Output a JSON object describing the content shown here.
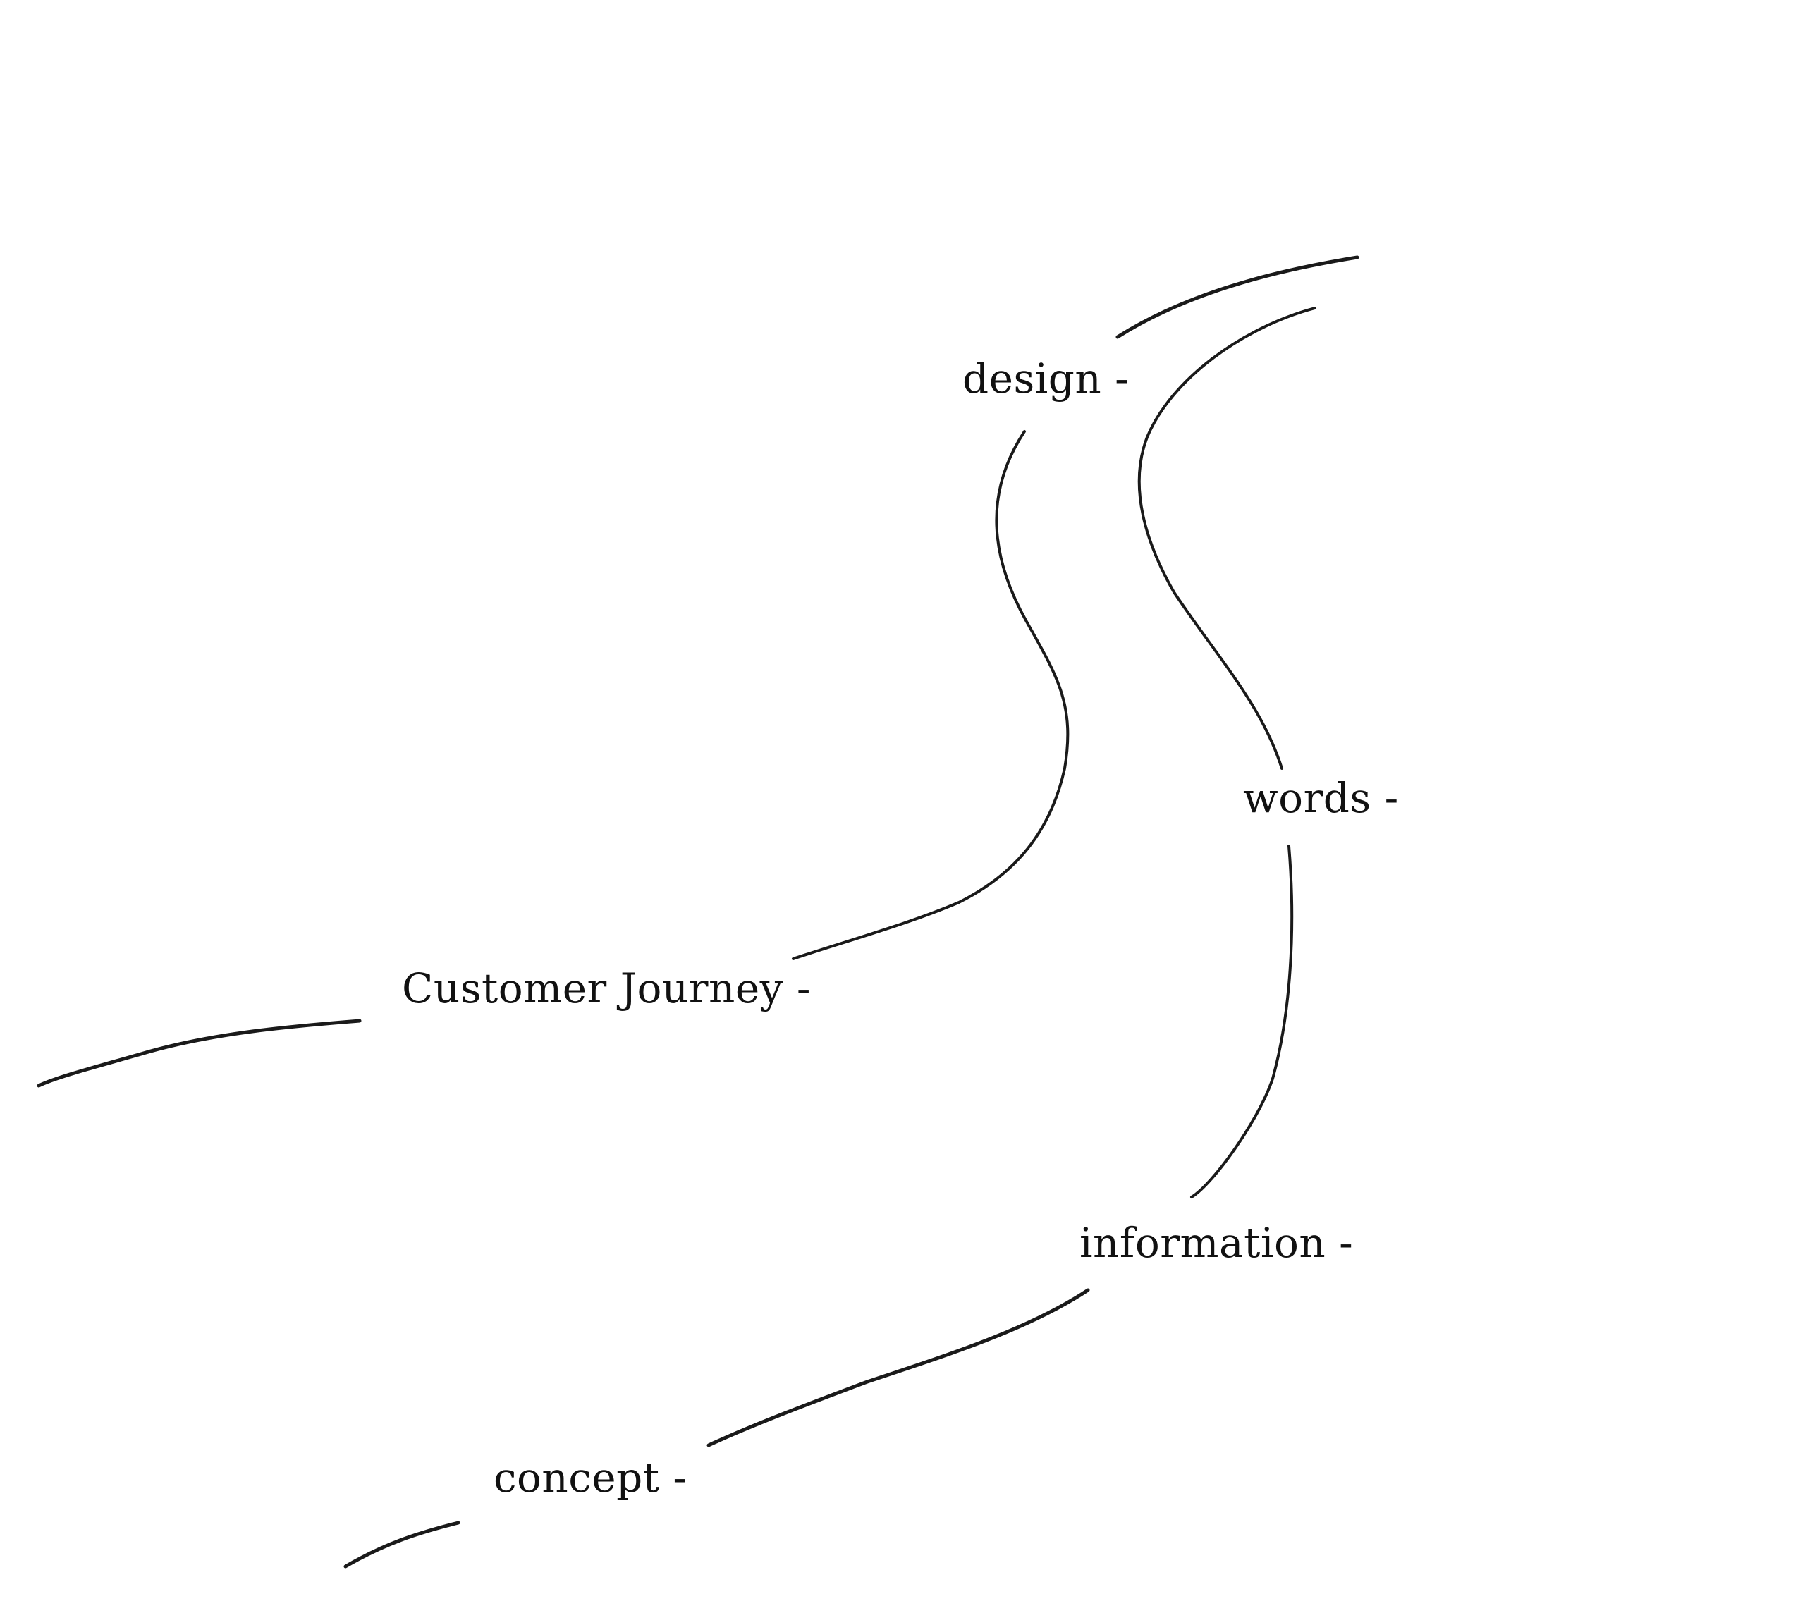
{
  "diagram": {
    "labels": {
      "design": "design -",
      "words": "words -",
      "customer_journey": "Customer Journey -",
      "information": "information -",
      "concept": "concept -"
    },
    "stroke_color": "#1a1a1a",
    "background_color": "#ffffff"
  }
}
